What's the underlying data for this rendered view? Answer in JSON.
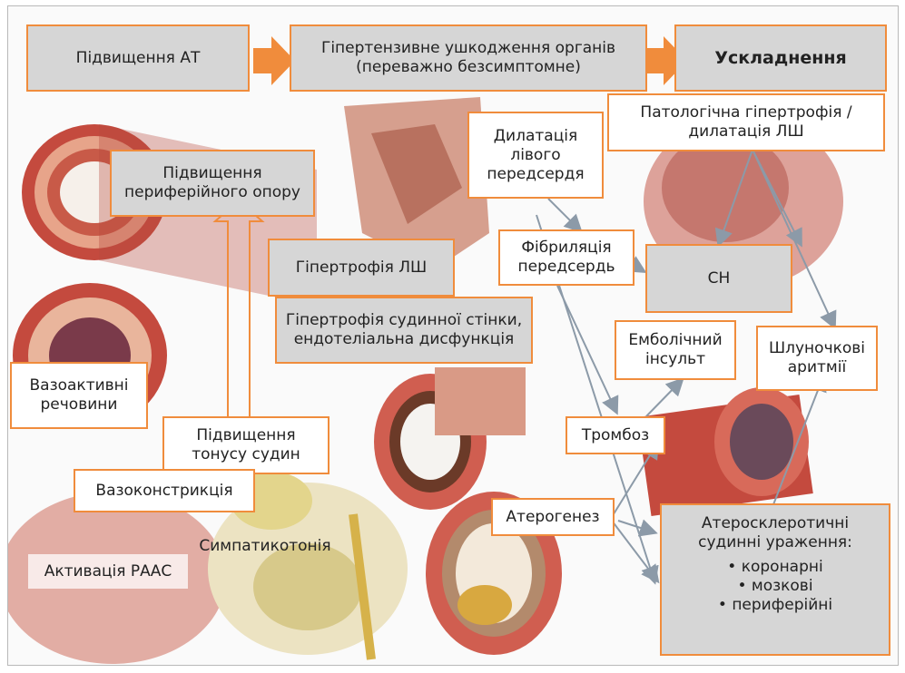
{
  "header": {
    "step1": "Підвищення АТ",
    "step2": "Гіпертензивне ушкодження органів\n(переважно безсимптомне)",
    "step3": "Ускладнення"
  },
  "nodes": {
    "peripheral_resistance": "Підвищення\nпериферійного опору",
    "lv_hypertrophy": "Гіпертрофія ЛШ",
    "vascular_wall": "Гіпертрофія судинної стінки,\nендотеліальна дисфункція",
    "left_atrium_dilation": "Дилатація\nлівого\nпередсердя",
    "atrial_fibrillation": "Фібриляція\nпередсердь",
    "pathologic_hypertrophy": "Патологічна гіпертрофія /\nдилатація ЛШ",
    "heart_failure": "СН",
    "embolic_stroke": "Емболічний\nінсульт",
    "ventricular_arrhythmias": "Шлуночкові\nаритмії",
    "thrombosis": "Тромбоз",
    "atherogenesis": "Атерогенез",
    "vasoactive": "Вазоактивні\nречовини",
    "vascular_tone": "Підвищення\nтонусу судин",
    "vasoconstriction": "Вазоконстрикція",
    "sympathicotonia": "Симпатикотонія",
    "raas_activation": "Активація РААС"
  },
  "atherosclerotic": {
    "title": "Атеросклеротичні\nсудинні ураження:",
    "items": [
      "коронарні",
      "мозкові",
      "периферійні"
    ]
  },
  "colors": {
    "accent": "#f08c3c",
    "box_fill": "#d6d6d6",
    "connector": "#8c9aa8"
  }
}
